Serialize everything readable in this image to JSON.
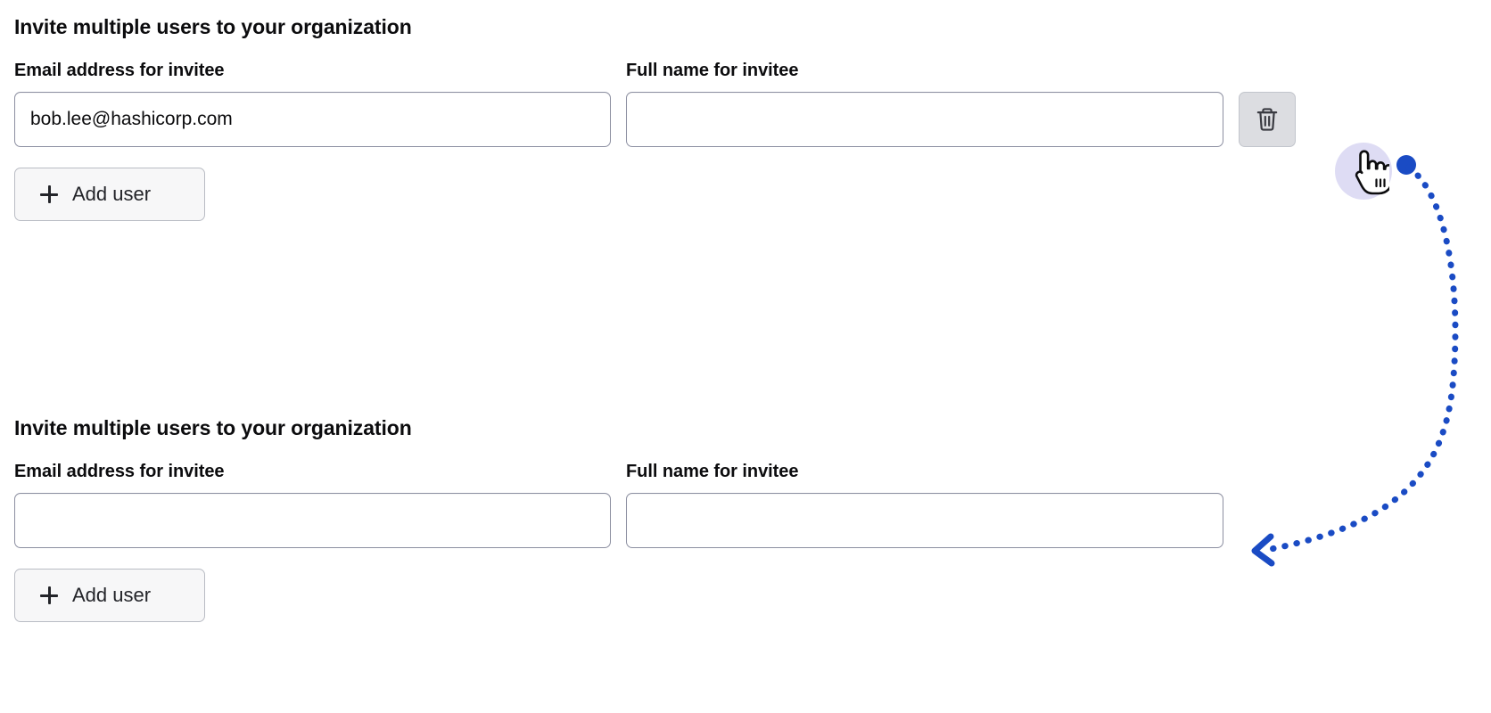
{
  "page": {
    "background_color": "#ffffff",
    "accent_color": "#1a4bc4"
  },
  "sections": [
    {
      "title": "Invite multiple users to your organization",
      "email_field": {
        "label": "Email address for invitee",
        "value": "bob.lee@hashicorp.com",
        "placeholder": ""
      },
      "fullname_field": {
        "label": "Full name for invitee",
        "value": "",
        "placeholder": ""
      },
      "delete_button": {
        "icon": "trash-icon",
        "label": "",
        "visible": true,
        "state": "hover",
        "background_color": "#dcdde1"
      },
      "add_user_button": {
        "label": "Add user",
        "icon": "plus-icon"
      }
    },
    {
      "title": "Invite multiple users to your organization",
      "email_field": {
        "label": "Email address for invitee",
        "value": "",
        "placeholder": ""
      },
      "fullname_field": {
        "label": "Full name for invitee",
        "value": "",
        "placeholder": ""
      },
      "delete_button": {
        "icon": "trash-icon",
        "label": "",
        "visible": false,
        "state": "",
        "background_color": ""
      },
      "add_user_button": {
        "label": "Add user",
        "icon": "plus-icon"
      }
    }
  ],
  "annotation": {
    "cursor_icon": "hand-pointer-cursor",
    "click_marker_icon": "click-dot-marker",
    "arrow_icon": "dotted-curved-arrow",
    "arrow_color": "#1a4bc4",
    "ripple_color": "#c9c7ed"
  }
}
